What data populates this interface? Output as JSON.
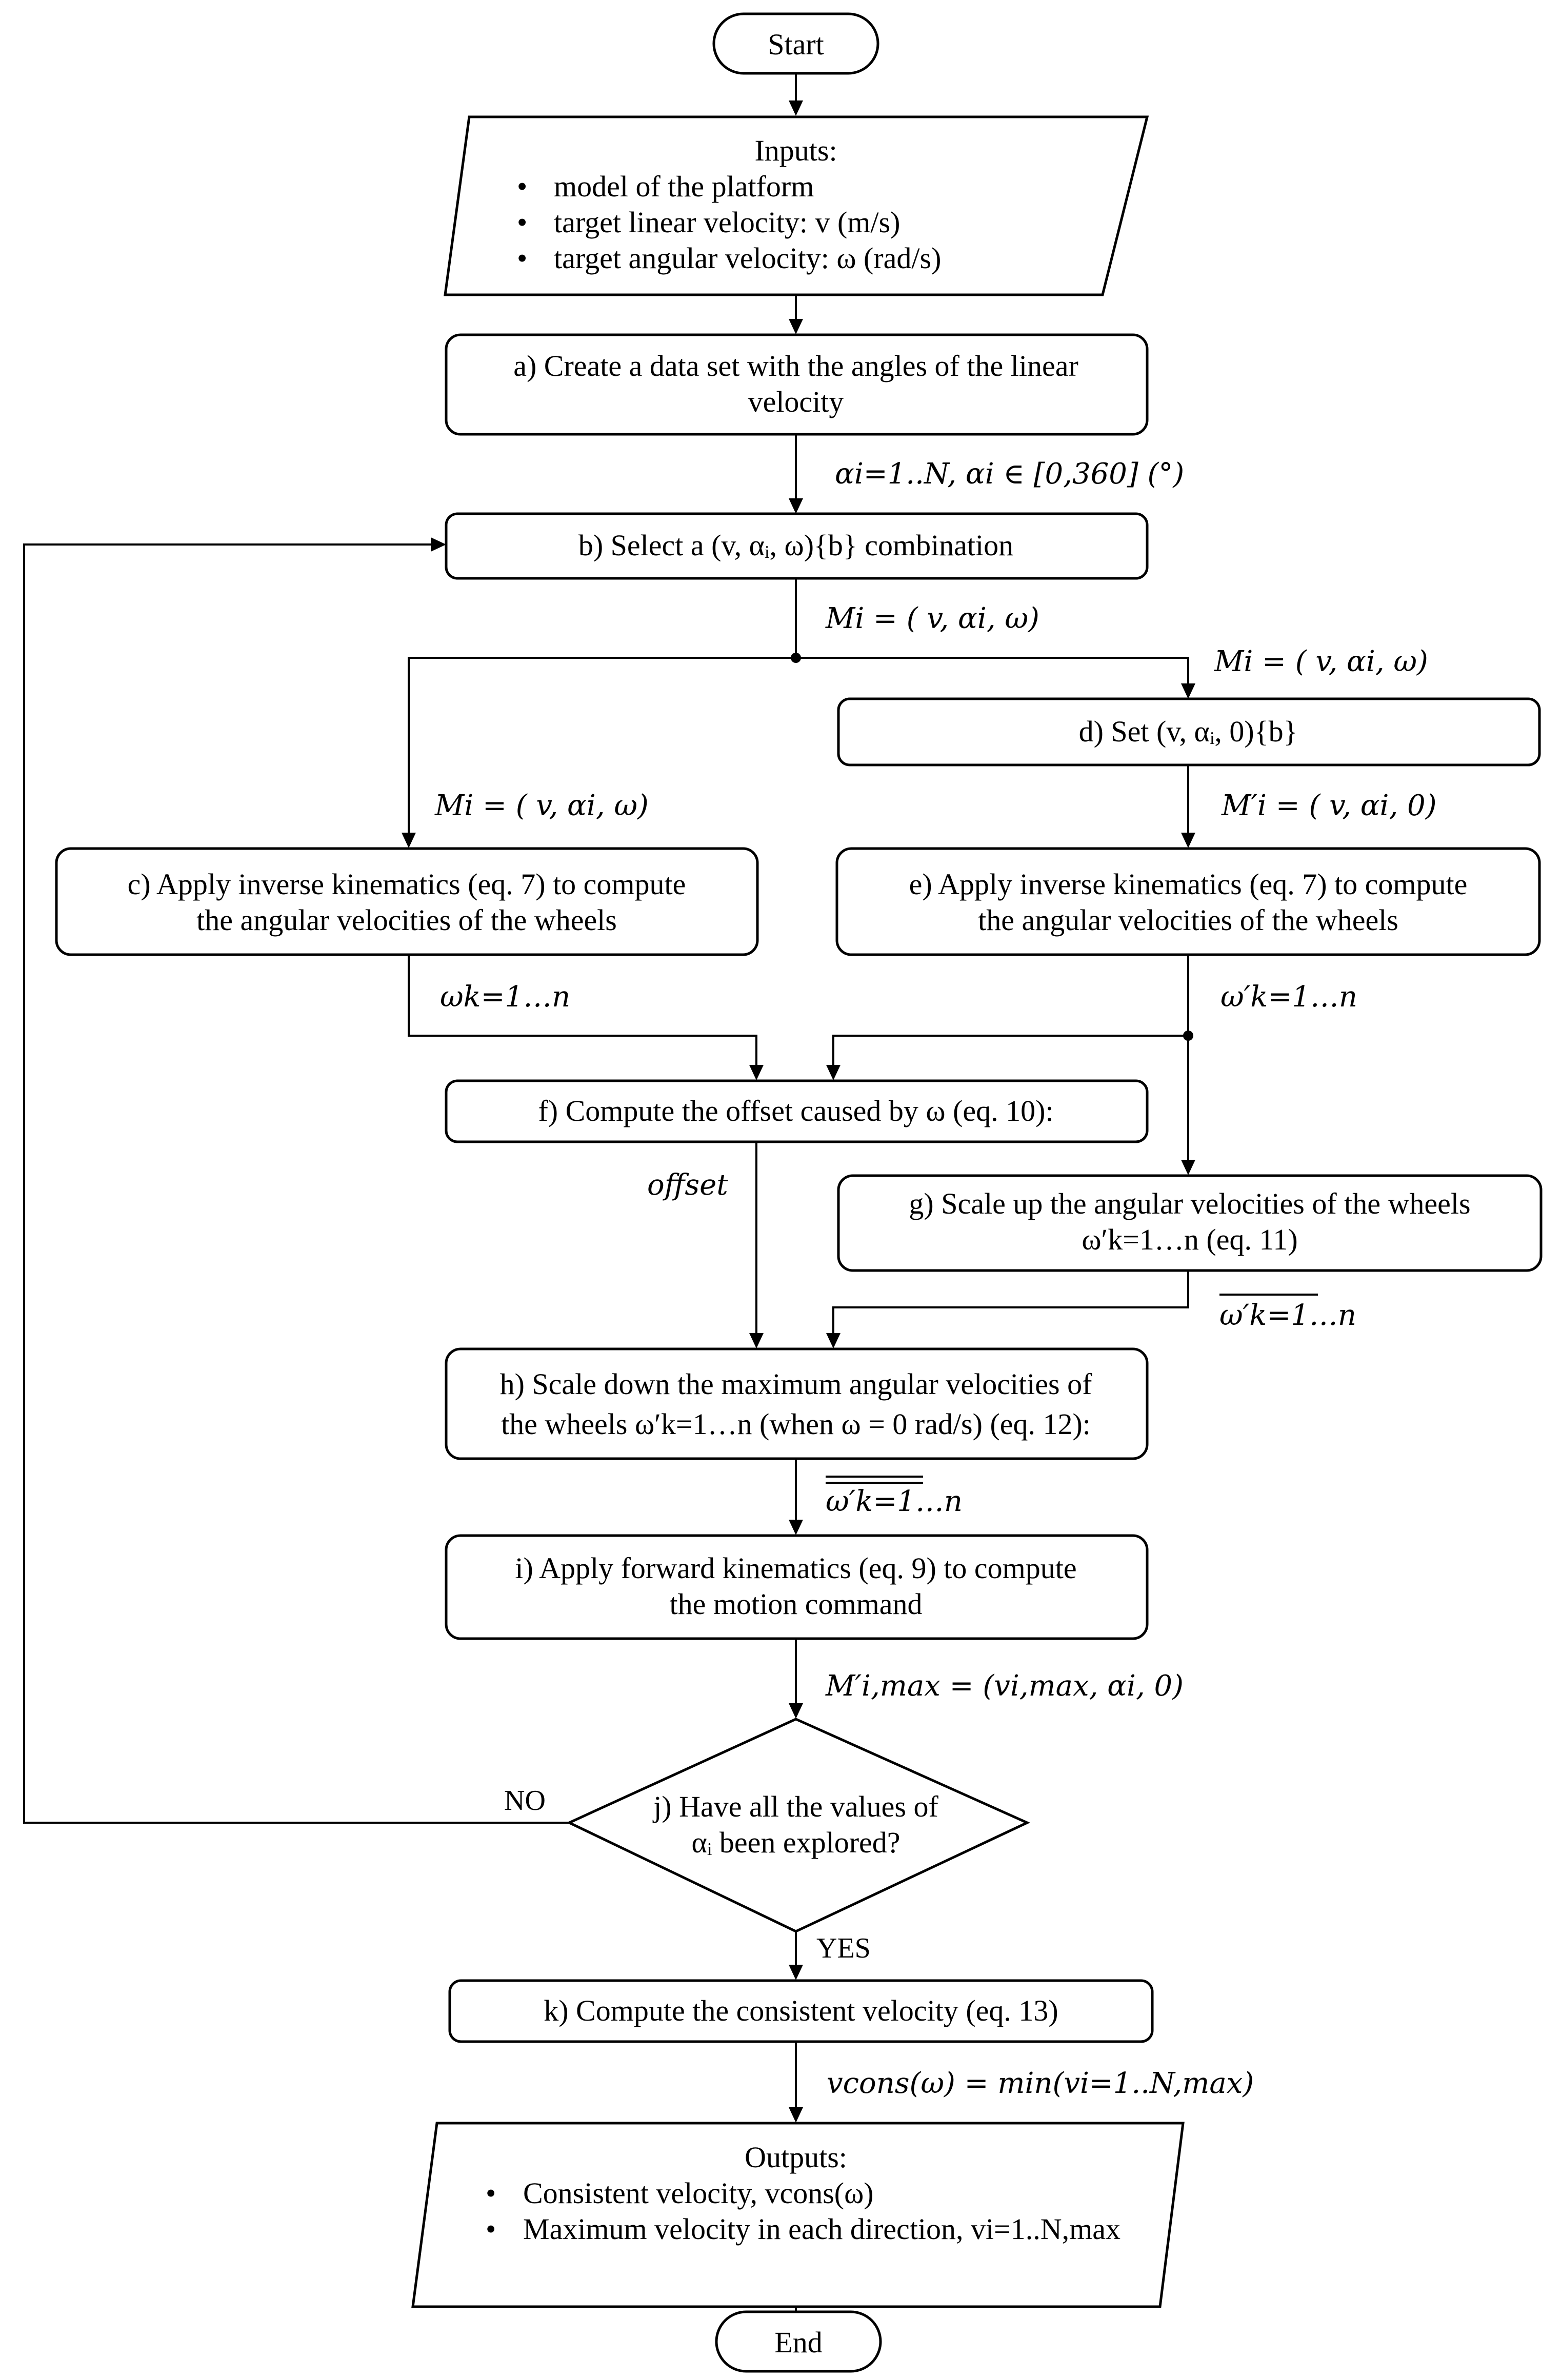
{
  "nodes": {
    "start": "Start",
    "inputs": {
      "title": "Inputs:",
      "items": [
        "model of the platform",
        "target linear velocity: v (m/s)",
        "target angular velocity: ω (rad/s)"
      ]
    },
    "a": [
      "a) Create a data set with the angles of the linear",
      "velocity"
    ],
    "b": "b) Select a (v, αᵢ, ω){b} combination",
    "c": [
      "c) Apply inverse kinematics (eq. 7) to compute",
      "the angular velocities of the wheels"
    ],
    "d": "d) Set (v, αᵢ, 0){b}",
    "e": [
      "e) Apply inverse kinematics (eq. 7) to compute",
      "the angular velocities of the wheels"
    ],
    "f": "f) Compute the offset caused by ω (eq. 10):",
    "g": [
      "g) Scale up the angular velocities of the wheels",
      "ω′k=1…n (eq. 11)"
    ],
    "h": [
      "h) Scale down the maximum angular velocities of",
      "the wheels ω′k=1…n (when ω = 0 rad/s) (eq. 12):"
    ],
    "i": [
      "i) Apply forward kinematics (eq. 9) to compute",
      "the motion command"
    ],
    "j": [
      "j) Have all the values of",
      "αᵢ been explored?"
    ],
    "k": "k) Compute the consistent velocity (eq. 13)",
    "outputs": {
      "title": "Outputs:",
      "items": [
        "Consistent velocity, vcons(ω)",
        "Maximum velocity in each direction, vi=1..N,max"
      ]
    },
    "end": "End"
  },
  "edge_labels": {
    "alpha_set": "αi=1..N, αi ∈ [0,360] (°)",
    "mi_b": "Mi = ( v, αi, ω)",
    "mi_right": "Mi = ( v, αi, ω)",
    "mi_left": "Mi = ( v, αi, ω)",
    "mi_prime": "M′i = ( v, αi, 0)",
    "omega_k": "ωk=1…n",
    "omega_prime_k": "ω′k=1…n",
    "offset": "offset",
    "omega_prime_bar": "ω′k=1…n",
    "omega_prime_dbar": "ω′k=1…n",
    "mi_max": "M′i,max = (vi,max, αi, 0)",
    "no": "NO",
    "yes": "YES",
    "vcons": "vcons(ω) = min(vi=1..N,max)"
  }
}
